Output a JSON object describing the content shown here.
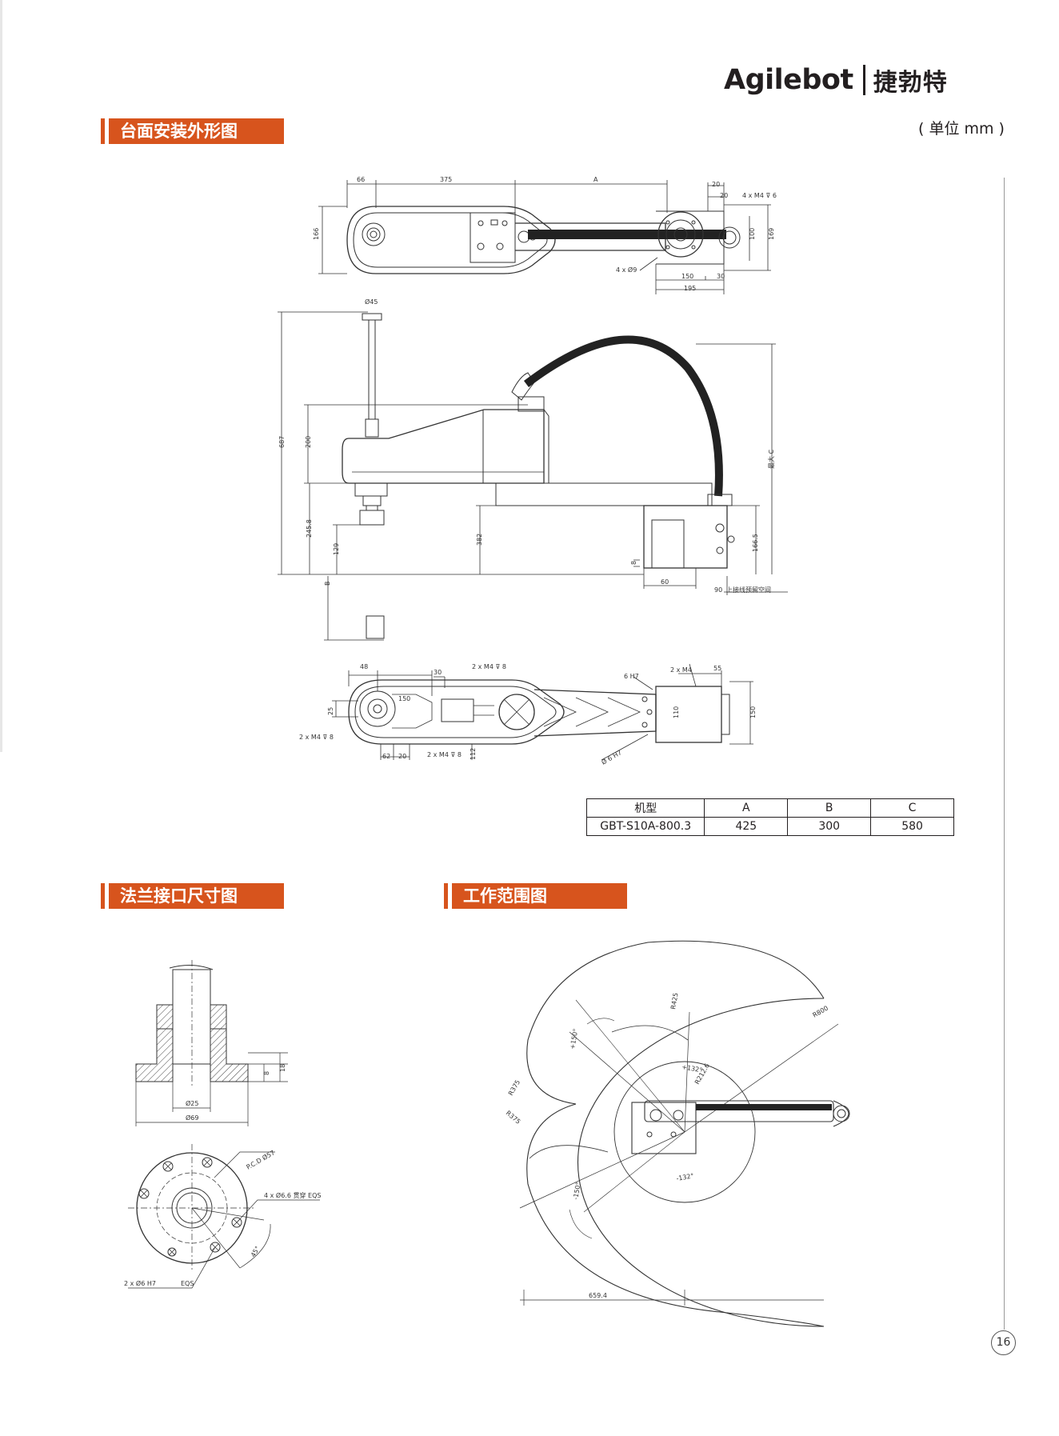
{
  "brand": {
    "logo_en": "Agilebot",
    "logo_cn": "捷勃特"
  },
  "unit_label": "( 单位 mm )",
  "sections": {
    "table_mount": "台面安装外形图",
    "flange": "法兰接口尺寸图",
    "work_range": "工作范围图"
  },
  "spec_table": {
    "headers": [
      "机型",
      "A",
      "B",
      "C"
    ],
    "rows": [
      [
        "GBT-S10A-800.3",
        "425",
        "300",
        "580"
      ]
    ]
  },
  "top_view_dims": {
    "d66": "66",
    "d375": "375",
    "dA": "A",
    "d20a": "20",
    "d20b": "20",
    "m4": "4 x M4 ⊽ 6",
    "d166": "166",
    "d100": "100",
    "d169": "169",
    "phi9": "4 x Ø9",
    "d150": "150",
    "d30": "30",
    "d195": "195"
  },
  "side_view_dims": {
    "phi45": "Ø45",
    "d687": "687",
    "d200": "200",
    "d245": "245.8",
    "d129": "129",
    "dB": "B",
    "d382": "382",
    "d166_5": "166.5",
    "maxC": "最大 C",
    "d8": "8",
    "d60": "60",
    "d90": "90",
    "cable_note": "上接线预留空间"
  },
  "bottom_view_dims": {
    "d48": "48",
    "d150": "150",
    "d30": "30",
    "m4_8a": "2 x M4 ⊽ 8",
    "h7a": "6 H7",
    "m4_b": "2 x M4",
    "d55": "55",
    "d25": "25",
    "m4_8b": "2 x M4 ⊽ 8",
    "m4_8c": "2 x M4 ⊽ 8",
    "d62": "62",
    "d20": "20",
    "d112": "112",
    "d110": "110",
    "d150b": "150",
    "h7b": "Ø 6 H7"
  },
  "flange_dims": {
    "phi25": "Ø25",
    "phi69": "Ø69",
    "d8": "8",
    "d18": "18",
    "pcd": "P.C.D Ø57",
    "holes": "4 x Ø6.6 贯穿 EQS",
    "angle45": "45°",
    "pins": "2 x Ø6 H7",
    "eqs": "EQS"
  },
  "work_range_dims": {
    "r800": "R800",
    "r425": "R425",
    "r212": "R212.6",
    "r375a": "R375",
    "r375b": "R375",
    "a150p": "+150°",
    "a150n": "-150°",
    "a132p": "+132°",
    "a132n": "-132°",
    "d659": "659.4"
  },
  "page_number": "16"
}
